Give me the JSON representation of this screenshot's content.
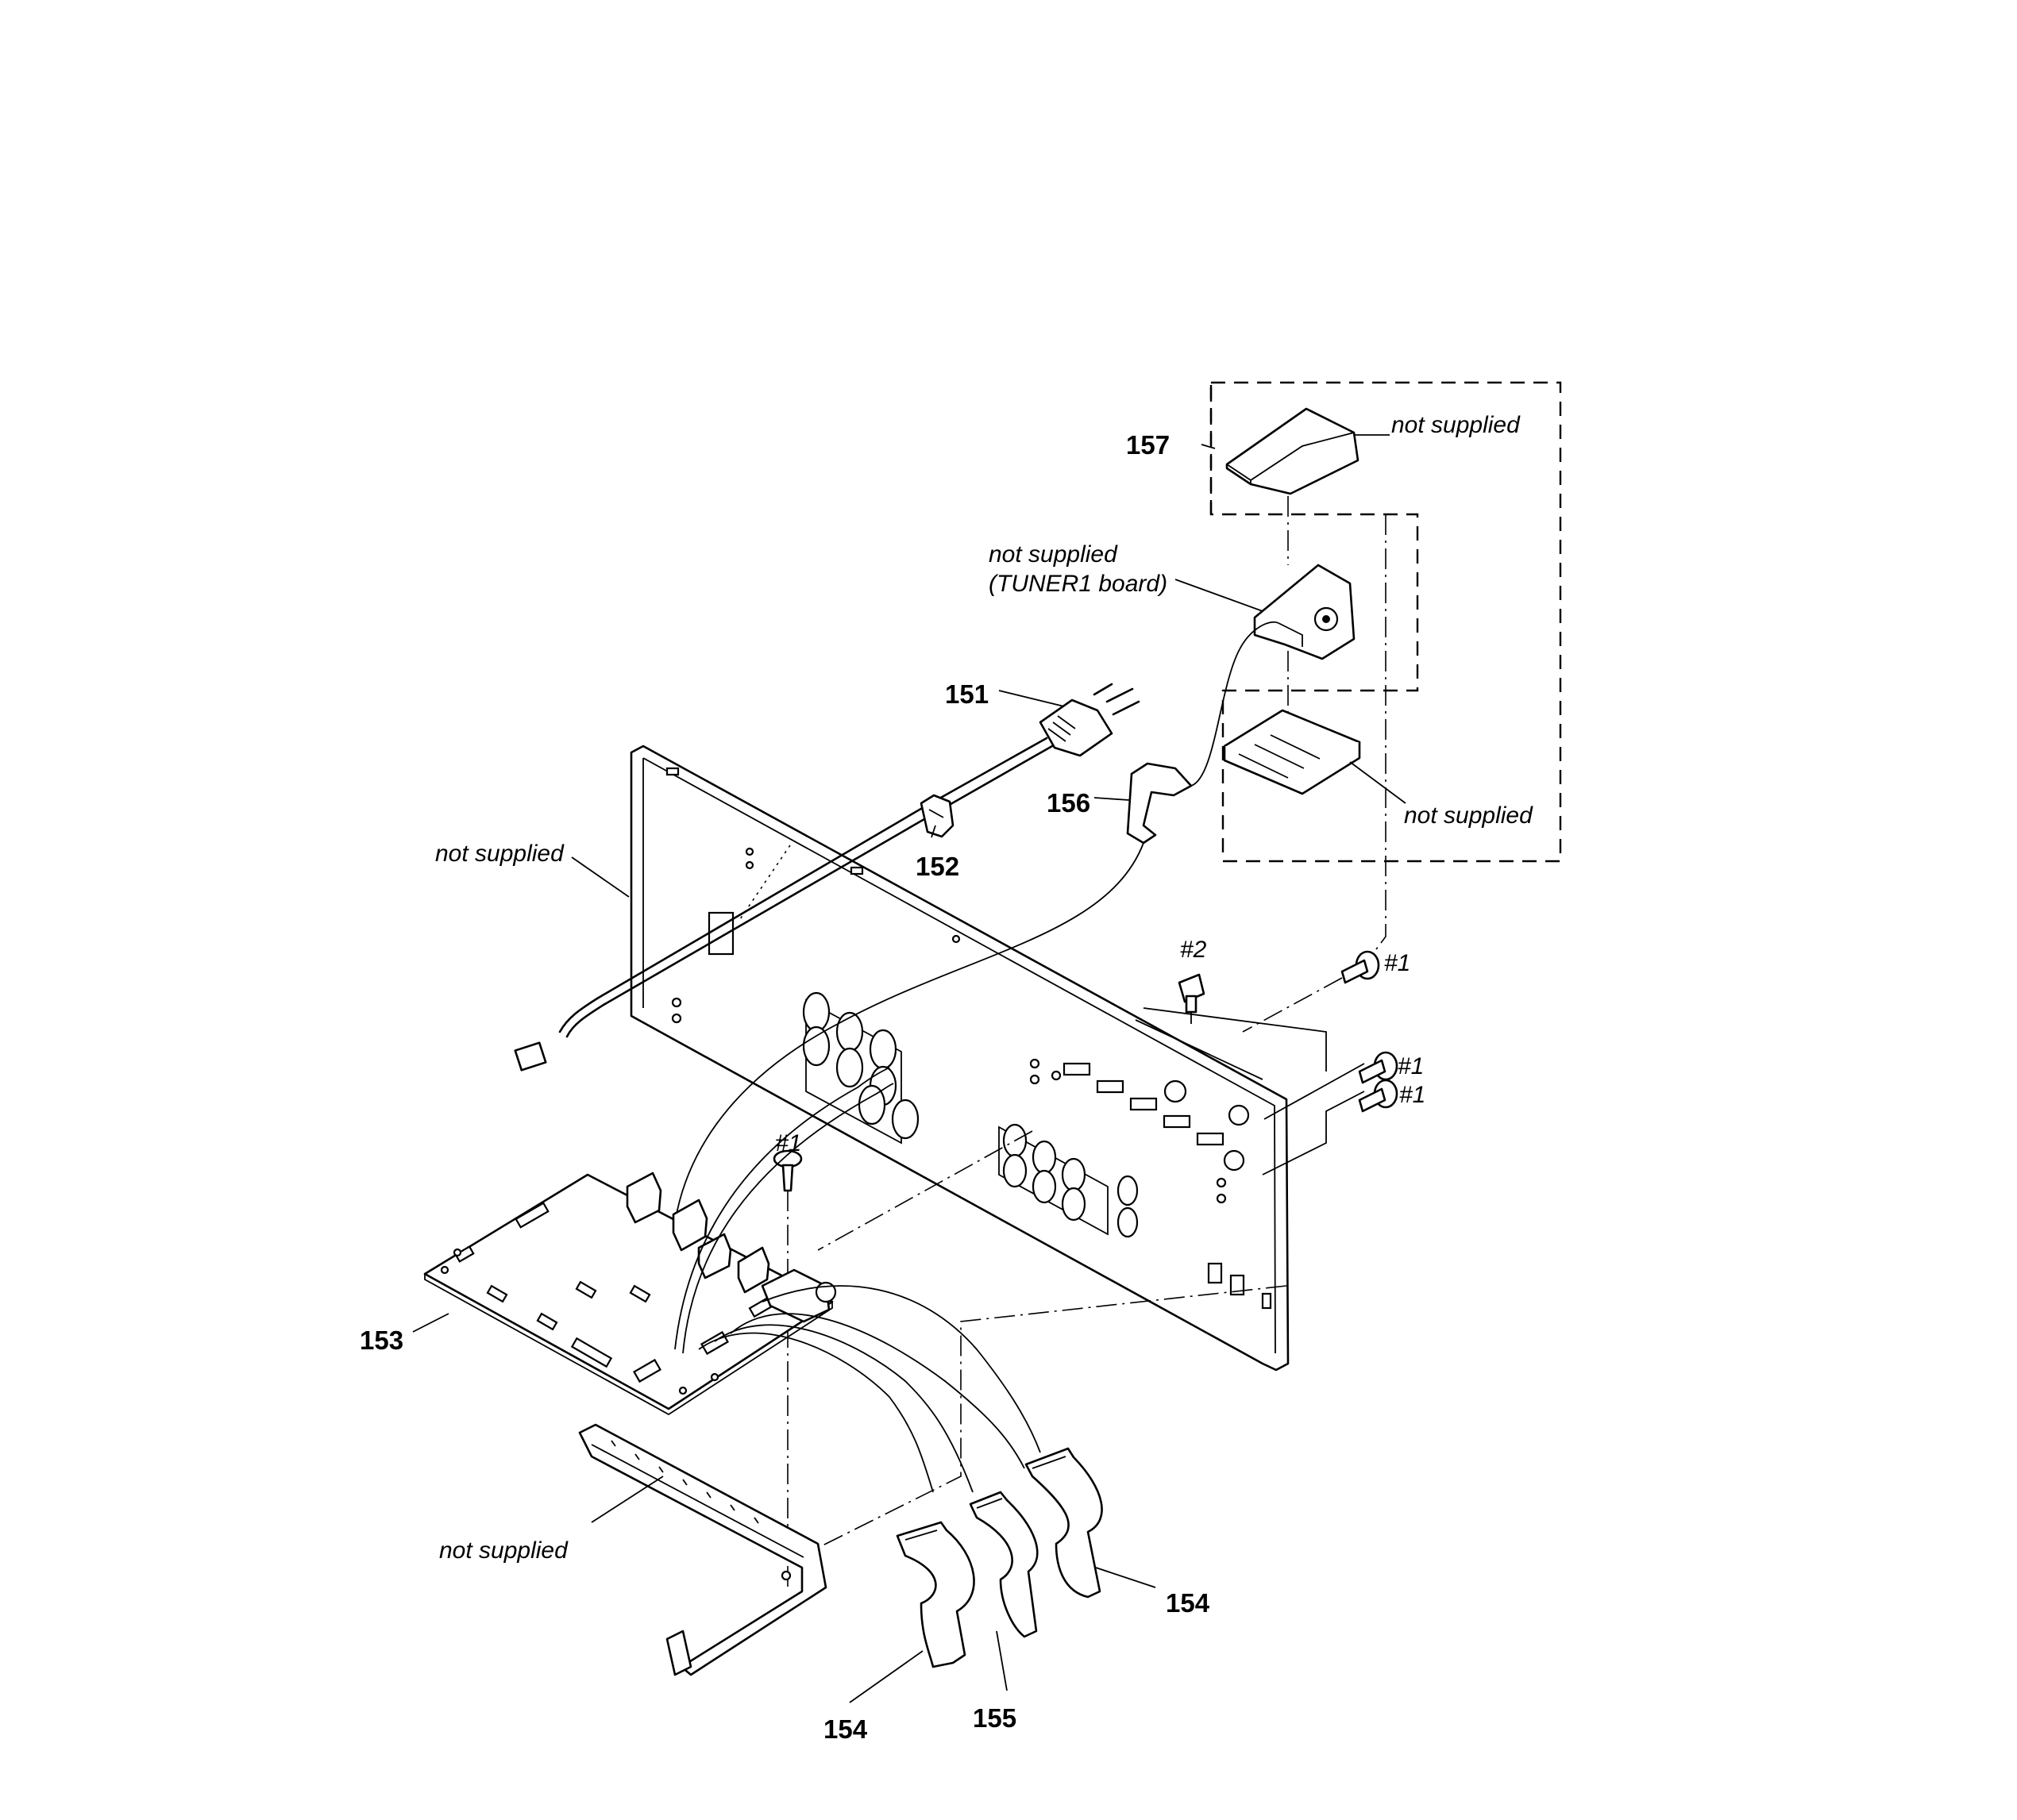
{
  "labels": {
    "p151": "151",
    "p152": "152",
    "p153": "153",
    "p154_left": "154",
    "p154_right": "154",
    "p155": "155",
    "p156": "156",
    "p157": "157"
  },
  "screws": {
    "s1_a": "#1",
    "s1_b": "#1",
    "s1_c": "#1",
    "s1_d": "#1",
    "s2": "#2"
  },
  "notes": {
    "not_supplied": "not supplied",
    "tuner_line1": "not supplied",
    "tuner_line2": "(TUNER1 board)"
  }
}
